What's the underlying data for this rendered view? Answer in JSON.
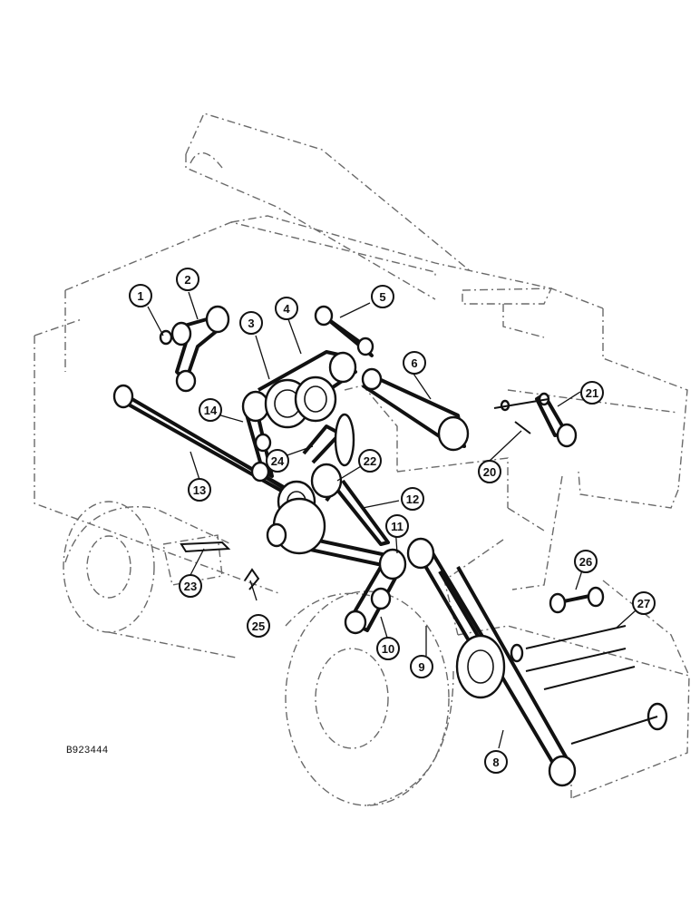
{
  "figure_id": "B923444",
  "callouts": [
    {
      "label": "1"
    },
    {
      "label": "2"
    },
    {
      "label": "3"
    },
    {
      "label": "4"
    },
    {
      "label": "5"
    },
    {
      "label": "6"
    },
    {
      "label": "8"
    },
    {
      "label": "9"
    },
    {
      "label": "10"
    },
    {
      "label": "11"
    },
    {
      "label": "12"
    },
    {
      "label": "13"
    },
    {
      "label": "14"
    },
    {
      "label": "20"
    },
    {
      "label": "21"
    },
    {
      "label": "22"
    },
    {
      "label": "23"
    },
    {
      "label": "24"
    },
    {
      "label": "25"
    },
    {
      "label": "26"
    },
    {
      "label": "27"
    }
  ]
}
